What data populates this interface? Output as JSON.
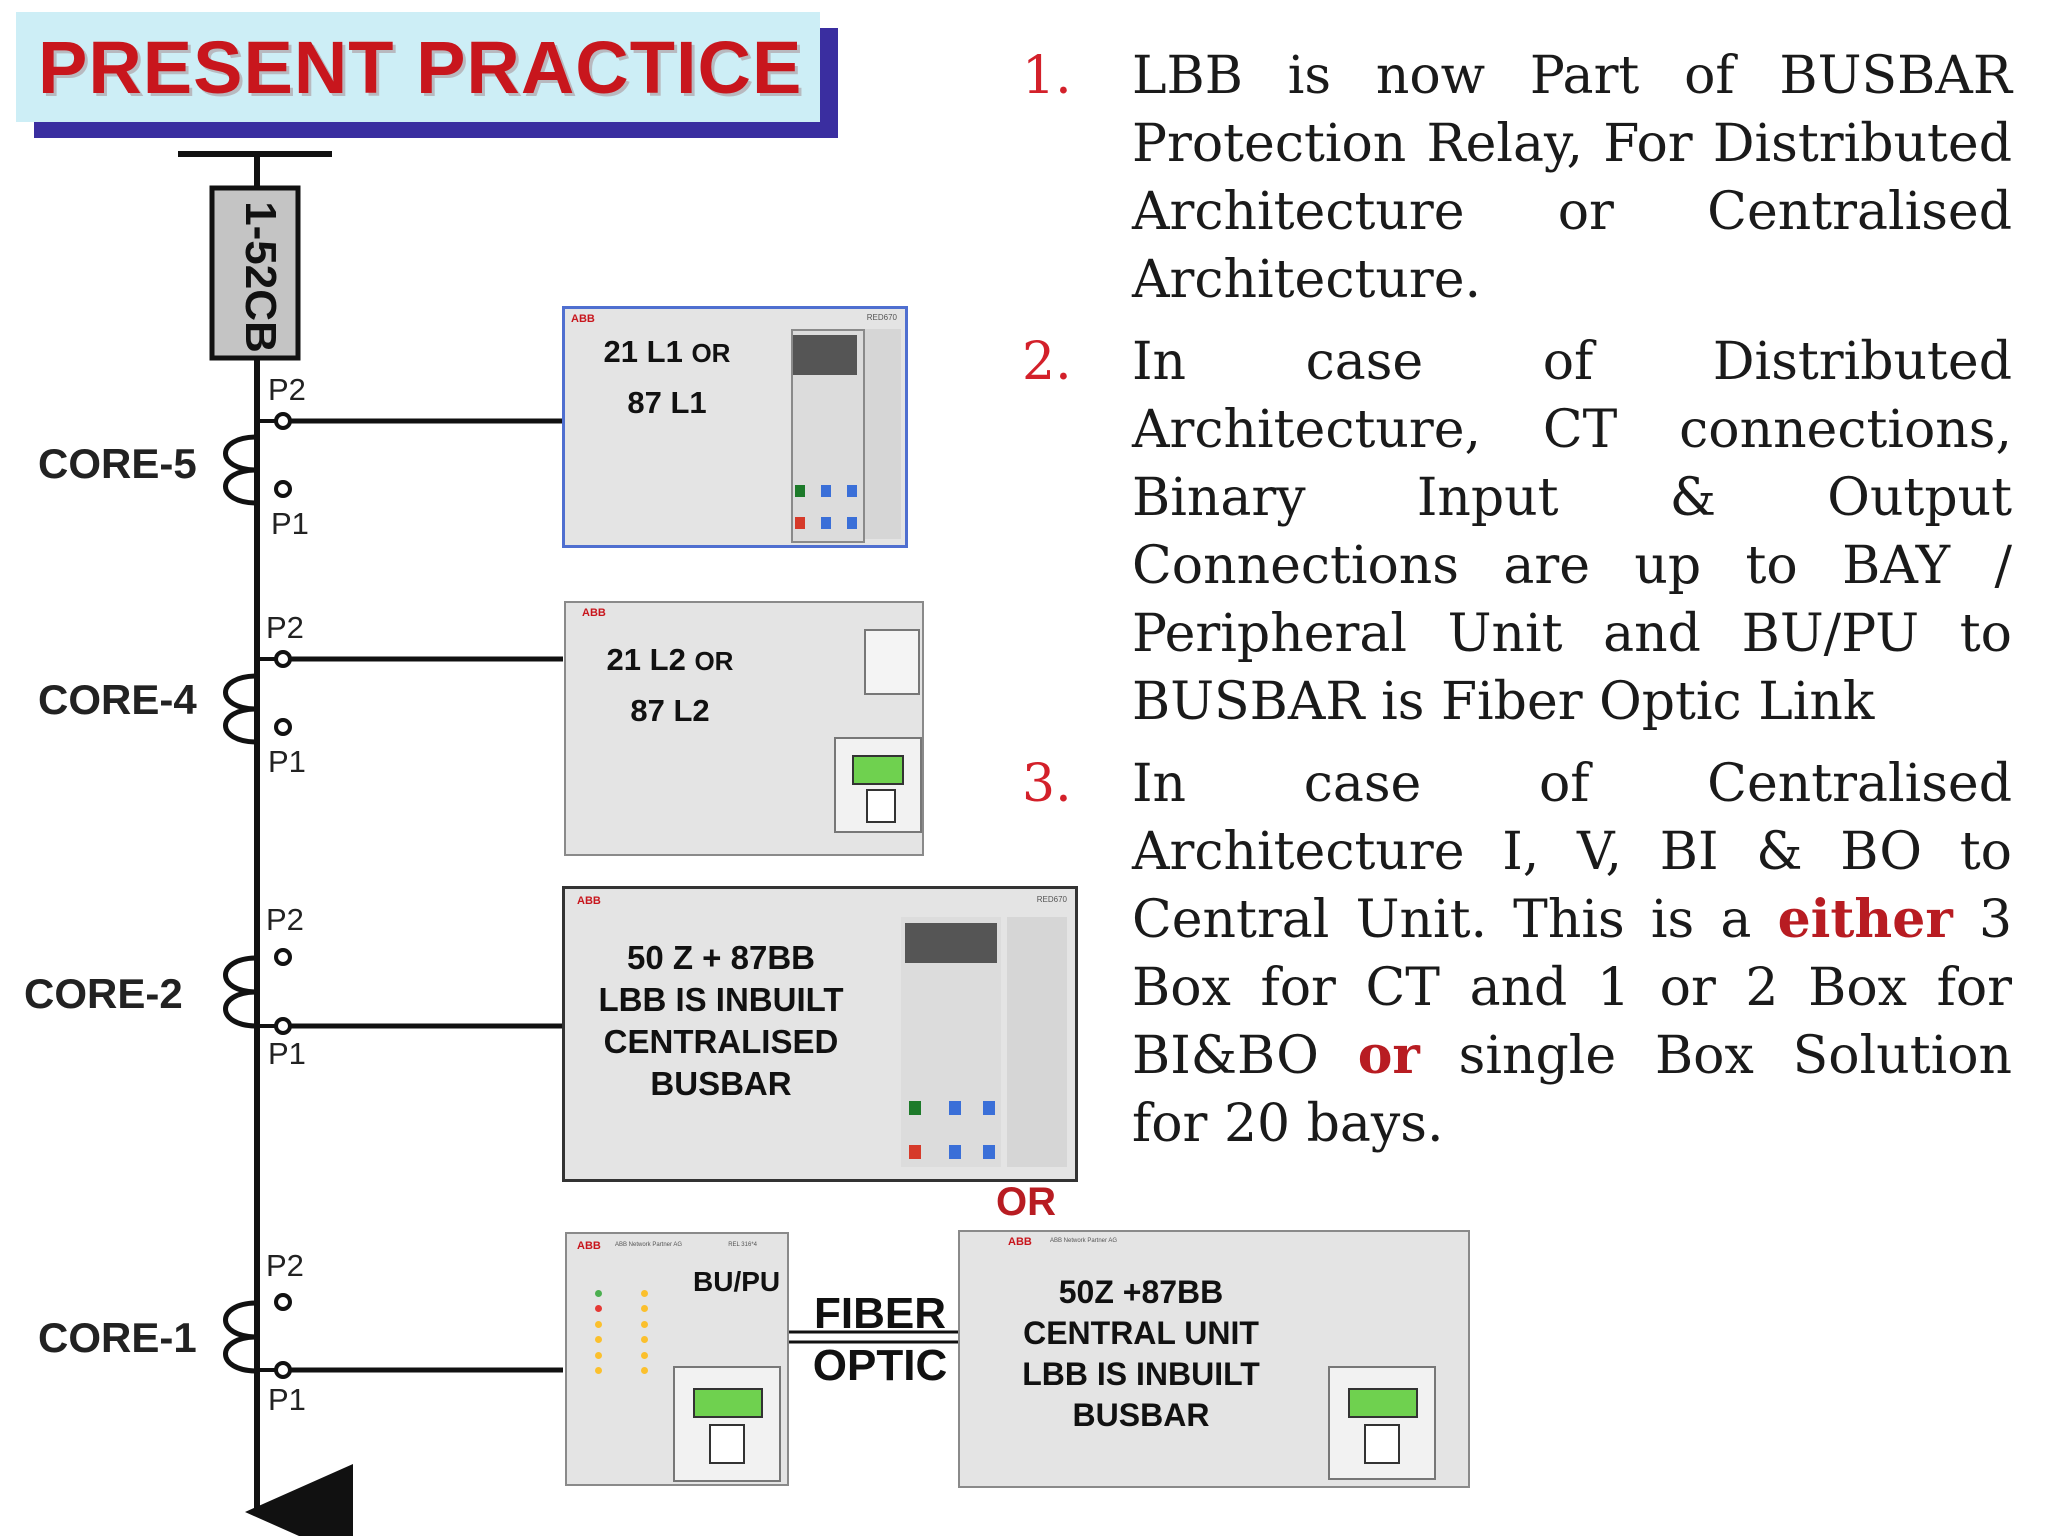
{
  "title": "PRESENT PRACTICE",
  "breaker_label": "1-52CB",
  "cores": [
    {
      "label": "CORE-5",
      "p2": "P2",
      "p1": "P1"
    },
    {
      "label": "CORE-4",
      "p2": "P2",
      "p1": "P1"
    },
    {
      "label": "CORE-2",
      "p2": "P2",
      "p1": "P1"
    },
    {
      "label": "CORE-1",
      "p2": "P2",
      "p1": "P1"
    }
  ],
  "relays": {
    "relay1": {
      "line1_main": "21 L1",
      "line1_or": "OR",
      "line2": "87 L1",
      "brand": "ABB",
      "model": "RED670"
    },
    "relay2": {
      "line1_main": "21 L2",
      "line1_or": "OR",
      "line2": "87 L2",
      "brand": "ABB"
    },
    "relay3": {
      "line1": "50 Z + 87BB",
      "line2": "LBB IS INBUILT",
      "line3": "CENTRALISED",
      "line4": "BUSBAR",
      "brand": "ABB",
      "model": "RED670"
    },
    "bupu": {
      "label": "BU/PU",
      "brand": "ABB",
      "vendor": "ABB Network Partner AG",
      "model": "REL 316*4"
    },
    "central": {
      "line1": "50Z +87BB",
      "line2": "CENTRAL UNIT",
      "line3": "LBB IS INBUILT",
      "line4": "BUSBAR",
      "brand": "ABB",
      "vendor": "ABB Network Partner AG"
    }
  },
  "fiber_optic": {
    "line1": "FIBER",
    "line2": "OPTIC"
  },
  "or_label": "OR",
  "points": [
    {
      "num": "1.",
      "text": "LBB is now Part of BUSBAR Protection Relay, For Distributed Architecture or Centralised Architecture."
    },
    {
      "num": "2.",
      "text": "In case of Distributed Architecture, CT connections, Binary Input & Output Connections are up to BAY / Peripheral Unit and BU/PU to BUSBAR is Fiber Optic Link"
    },
    {
      "num": "3.",
      "text_a": "In case of Centralised Architecture I, V, BI & BO to Central Unit. This is a",
      "emph_a": "either",
      "text_b": "3 Box for CT and 1 or 2 Box for BI&BO",
      "emph_b": "or",
      "text_c": "single Box Solution for 20 bays."
    }
  ],
  "colors": {
    "accent_red": "#d3202a",
    "title_bg": "#cdeef6",
    "title_shadow": "#3a2ea0",
    "lcd_green": "#6fd14f"
  }
}
